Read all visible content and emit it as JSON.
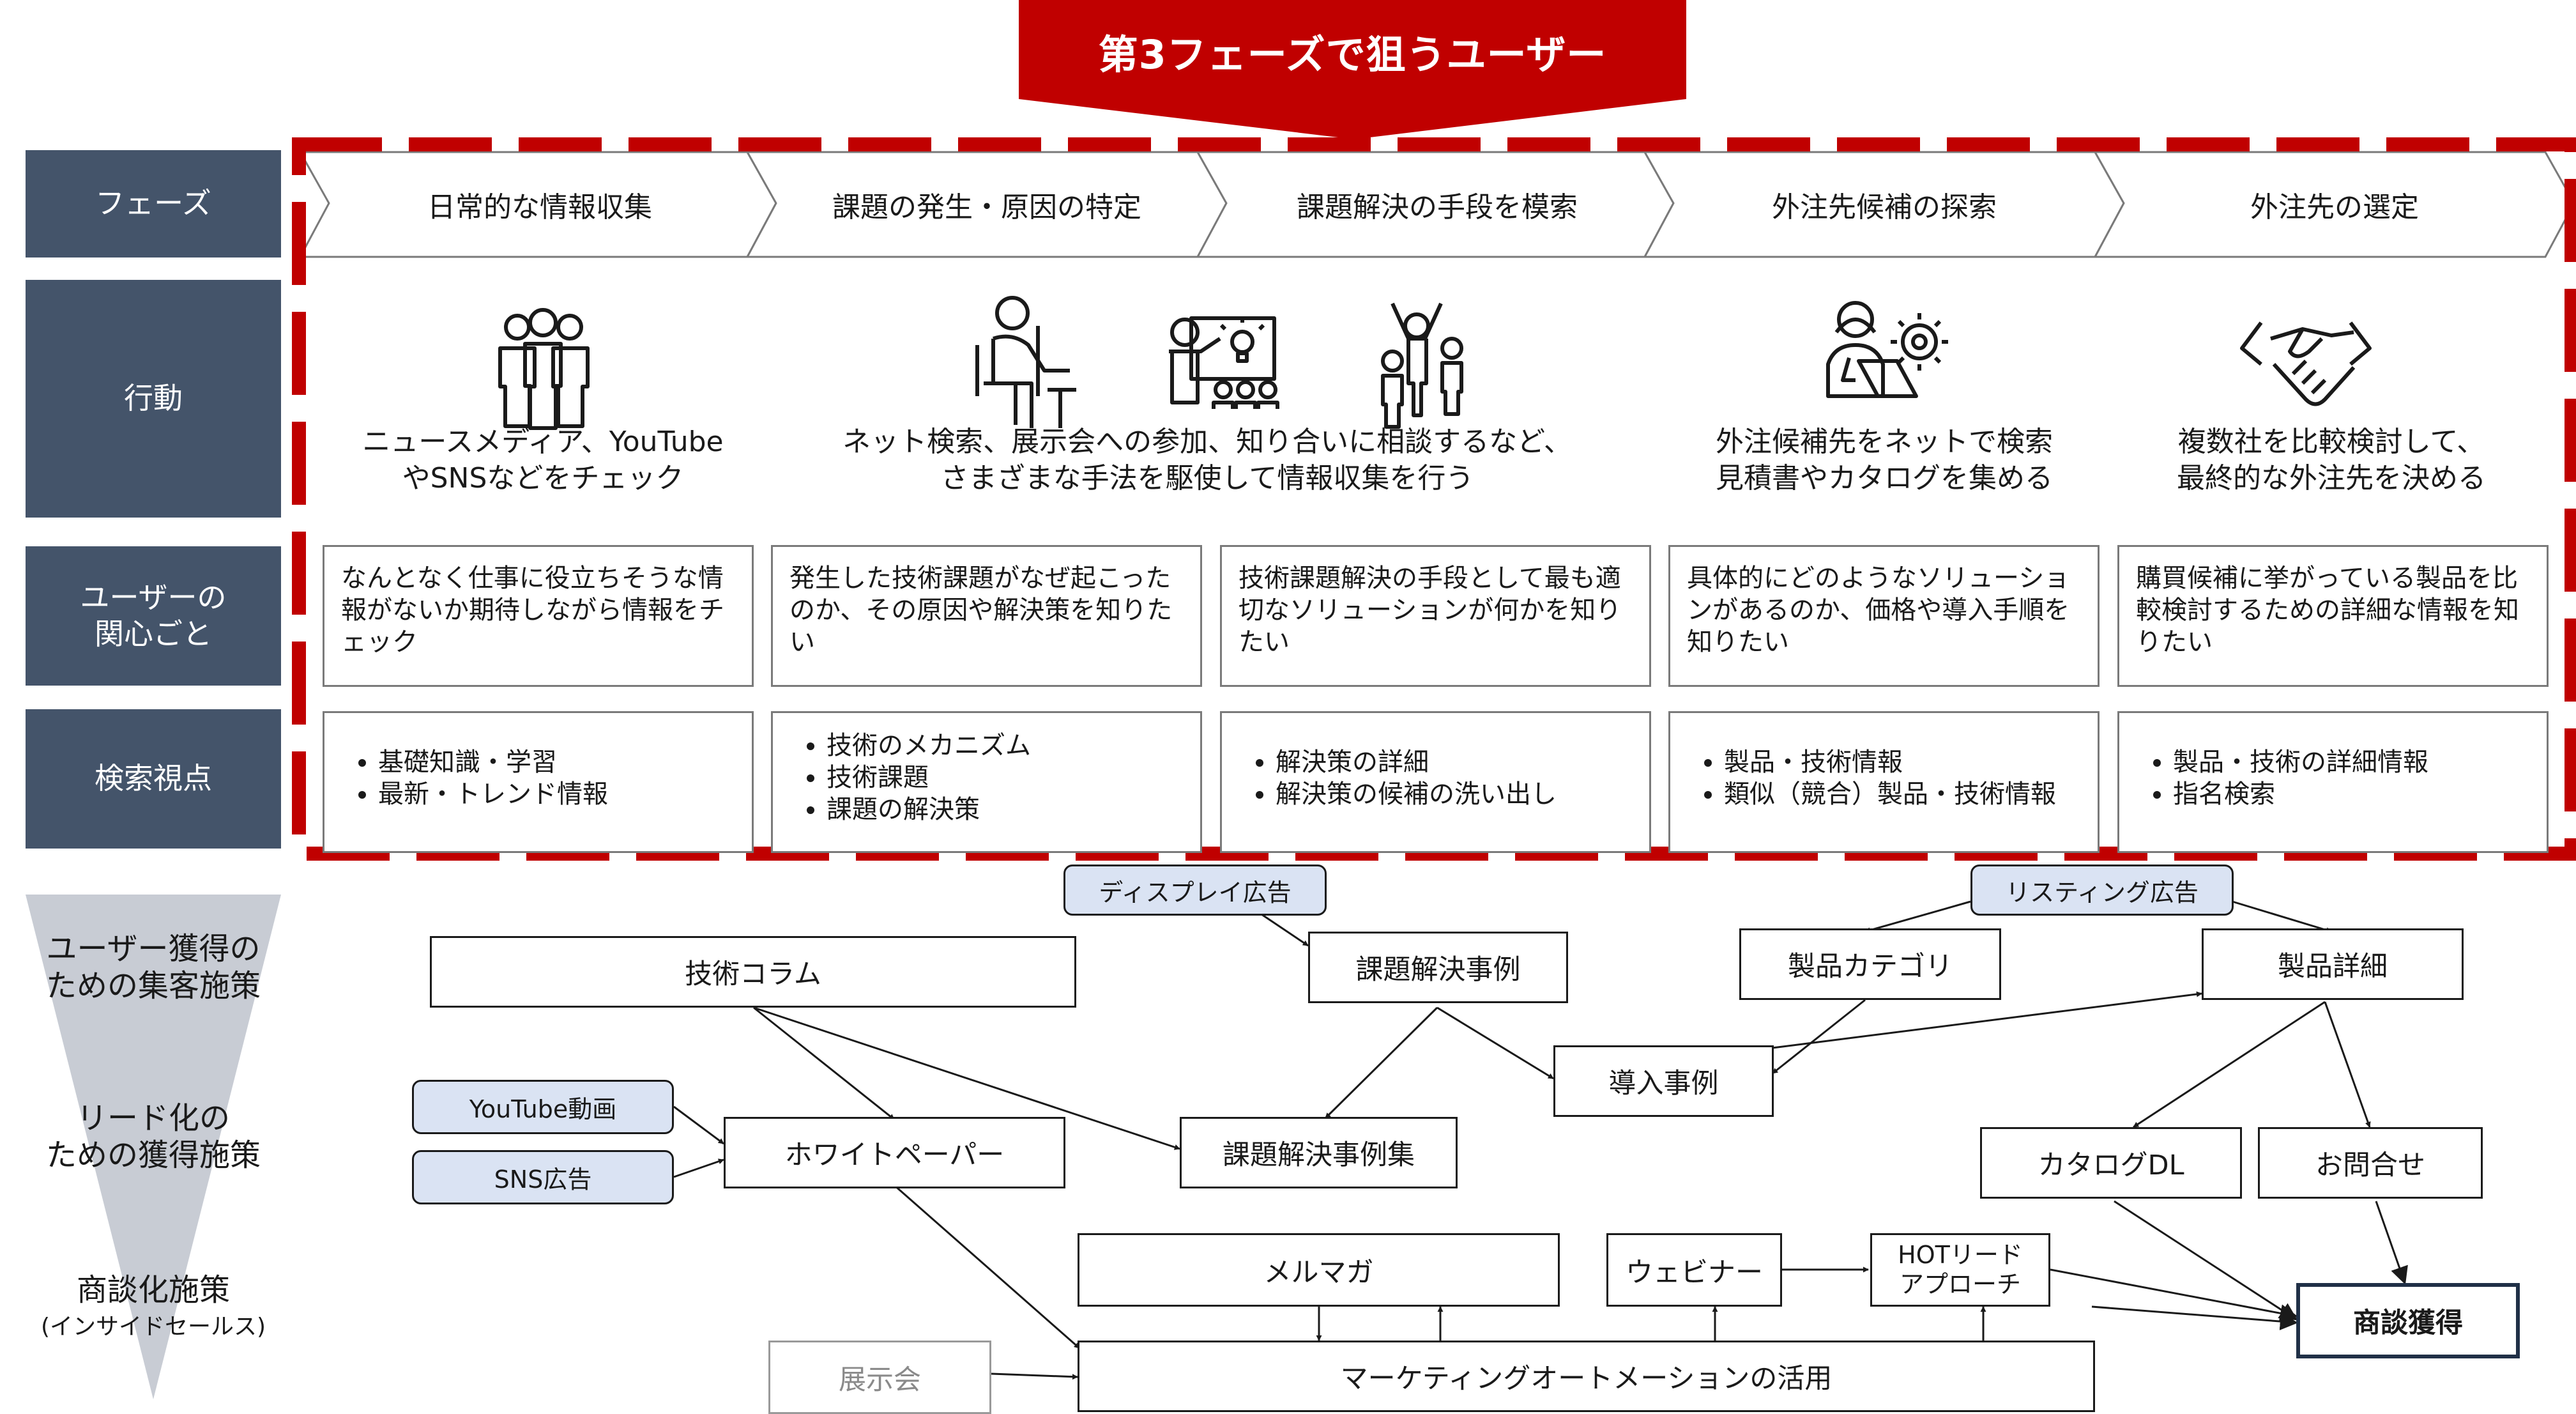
{
  "banner": {
    "title": "第3フェーズで狙うユーザー"
  },
  "row_labels": {
    "phase": "フェーズ",
    "action": "行動",
    "concern": "ユーザーの\n関心ごと",
    "search": "検索視点"
  },
  "phases": [
    "日常的な情報収集",
    "課題の発生・原因の特定",
    "課題解決の手段を模索",
    "外注先候補の探索",
    "外注先の選定"
  ],
  "actions": [
    "ニュースメディア、YouTube\nやSNSなどをチェック",
    "ネット検索、展示会への参加、知り合いに相談するなど、\nさまざまな手法を駆使して情報収集を行う",
    "外注候補先をネットで検索\n見積書やカタログを集める",
    "複数社を比較検討して、\n最終的な外注先を決める"
  ],
  "icons": [
    "team-icon",
    "desk-worker-icon",
    "presentation-icon",
    "cheering-people-icon",
    "engineer-laptop-gear-icon",
    "handshake-icon"
  ],
  "concerns": [
    "なんとなく仕事に役立ちそうな情報がないか期待しながら情報をチェック",
    "発生した技術課題がなぜ起こったのか、その原因や解決策を知りたい",
    "技術課題解決の手段として最も適切なソリューションが何かを知りたい",
    "具体的にどのようなソリューションがあるのか、価格や導入手順を知りたい",
    "購買候補に挙がっている製品を比較検討するための詳細な情報を知りたい"
  ],
  "search_views": [
    [
      "基礎知識・学習",
      "最新・トレンド情報"
    ],
    [
      "技術のメカニズム",
      "技術課題",
      "課題の解決策"
    ],
    [
      "解決策の詳細",
      "解決策の候補の洗い出し"
    ],
    [
      "製品・技術情報",
      "類似（競合）製品・技術情報"
    ],
    [
      "製品・技術の詳細情報",
      "指名検索"
    ]
  ],
  "funnel": {
    "stage1": "ユーザー獲得の\nための集客施策",
    "stage2": "リード化の\nための獲得施策",
    "stage3": "商談化施策",
    "stage3_sub": "(インサイドセールス)"
  },
  "flow": {
    "tech_column": "技術コラム",
    "display_ad": "ディスプレイ広告",
    "case_study": "課題解決事例",
    "listing_ad": "リスティング広告",
    "product_category": "製品カテゴリ",
    "product_detail": "製品詳細",
    "adoption_case": "導入事例",
    "youtube_video": "YouTube動画",
    "sns_ad": "SNS広告",
    "whitepaper": "ホワイトペーパー",
    "case_collection": "課題解決事例集",
    "catalog_dl": "カタログDL",
    "inquiry": "お問合せ",
    "mail_magazine": "メルマガ",
    "webinar": "ウェビナー",
    "hot_lead": "HOTリード\nアプローチ",
    "deal": "商談獲得",
    "exhibition": "展示会",
    "ma": "マーケティングオートメーションの活用"
  },
  "colors": {
    "banner": "#c00000",
    "dashed_frame": "#c00000",
    "row_label_bg": "#44546a",
    "funnel": "#c8ccd4",
    "tag_bg": "#dae3f3",
    "deal_border": "#203047"
  }
}
